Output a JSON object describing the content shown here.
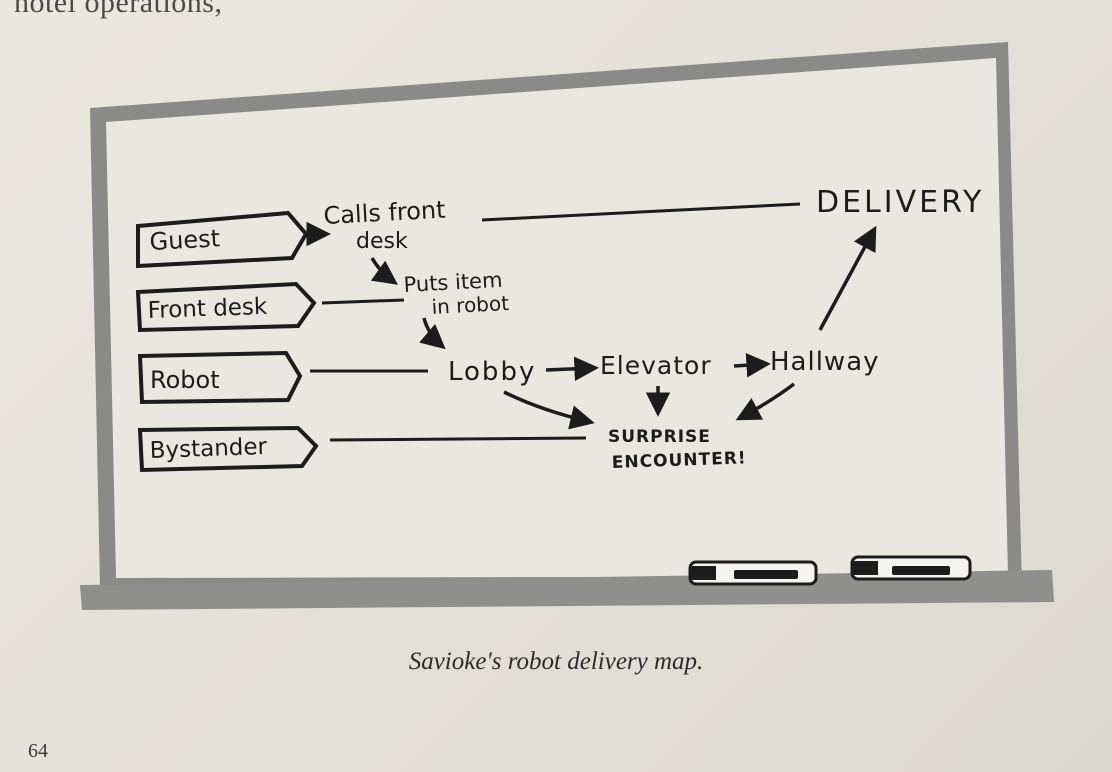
{
  "page": {
    "header_fragment": "hotel operations,",
    "caption": "Savioke's robot delivery map.",
    "page_number": "64"
  },
  "diagram": {
    "actors": [
      "Guest",
      "Front desk",
      "Robot",
      "Bystander"
    ],
    "nodes": {
      "calls_front_desk": [
        "Calls front",
        "desk"
      ],
      "puts_item_in_robot": [
        "Puts item",
        "in robot"
      ],
      "lobby": "Lobby",
      "elevator": "Elevator",
      "hallway": "Hallway",
      "delivery": "DELIVERY",
      "surprise_encounter": [
        "SURPRISE",
        "ENCOUNTER!"
      ]
    }
  },
  "colors": {
    "board_frame": "#8a8a88",
    "board_surface": "#e9e7e0",
    "ink": "#1c1c1c"
  },
  "icons": [
    "marker-icon",
    "marker-icon"
  ]
}
